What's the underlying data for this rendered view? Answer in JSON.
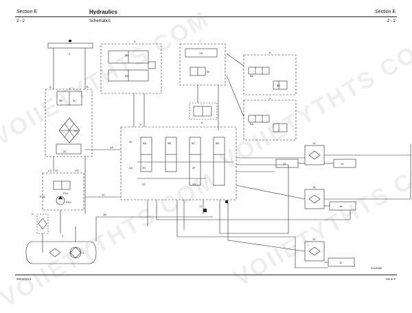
{
  "header": {
    "section_left": "Section E",
    "title": "Hydraulics",
    "section_right": "Section E",
    "page_left": "2 - 2",
    "subtitle": "Schematics",
    "page_right": "2 - 2"
  },
  "footer": {
    "left": "9803/3010",
    "right": "Issue 6",
    "drawing_ref": "A163980"
  },
  "watermark": {
    "text": "VOIIETYTHTS COM"
  },
  "labels": {
    "a": "A",
    "b": "B",
    "c": "C",
    "one": "1",
    "two": "2",
    "three": "3",
    "three_a": "3A",
    "three_b": "3B",
    "three_c": "3C",
    "four": "4",
    "five": "5",
    "six": "6",
    "seven": "7",
    "eight": "8",
    "eight_a": "8A",
    "eight_b": "8B",
    "nine": "9",
    "nine_a": "9A",
    "nine_b": "9B",
    "ten": "10",
    "eleven": "11",
    "twelve": "12",
    "thirteen": "13",
    "fourteen": "14",
    "fifteen": "15",
    "sixteen": "16",
    "seventeen": "17",
    "one_a": "1A",
    "one_b": "1B",
    "one_c": "1C",
    "p1": "P1",
    "p1a": "P1A",
    "p1b": "P1B",
    "p1c": "P1C",
    "ls": "LS",
    "s1": "S1",
    "d": "D",
    "two_a": "2A",
    "two_b": "2B",
    "two_c": "2C",
    "two_d": "2D",
    "two_e": "2E",
    "two_f": "2F",
    "two_g": "2G",
    "two_h": "2H",
    "two_j": "2J",
    "two_k": "2K",
    "five_a": "5A",
    "five_b": "5B",
    "five_c": "5C",
    "five_d": "5D",
    "seven_a": "7A",
    "seven_b": "7B"
  }
}
